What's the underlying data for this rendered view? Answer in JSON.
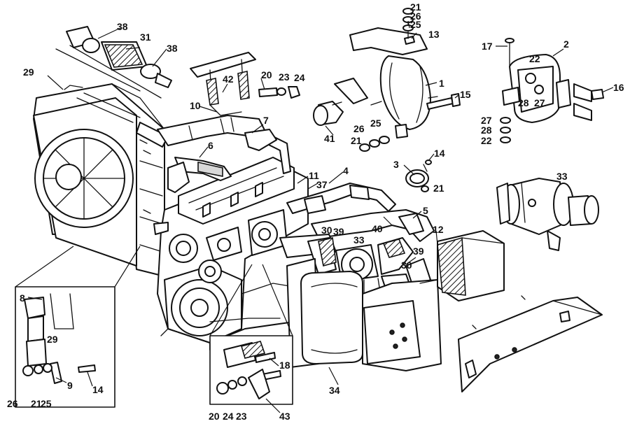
{
  "callouts": [
    {
      "id": "c1",
      "label": "1"
    },
    {
      "id": "c2",
      "label": "2"
    },
    {
      "id": "c3",
      "label": "3"
    },
    {
      "id": "c4",
      "label": "4"
    },
    {
      "id": "c5",
      "label": "5"
    },
    {
      "id": "c6",
      "label": "6"
    },
    {
      "id": "c7",
      "label": "7"
    },
    {
      "id": "c8",
      "label": "8"
    },
    {
      "id": "c9",
      "label": "9"
    },
    {
      "id": "c10",
      "label": "10"
    },
    {
      "id": "c11",
      "label": "11"
    },
    {
      "id": "c12",
      "label": "12"
    },
    {
      "id": "c13",
      "label": "13"
    },
    {
      "id": "c14a",
      "label": "14"
    },
    {
      "id": "c14b",
      "label": "14"
    },
    {
      "id": "c15",
      "label": "15"
    },
    {
      "id": "c16",
      "label": "16"
    },
    {
      "id": "c17",
      "label": "17"
    },
    {
      "id": "c18",
      "label": "18"
    },
    {
      "id": "c20a",
      "label": "20"
    },
    {
      "id": "c20b",
      "label": "20"
    },
    {
      "id": "c21a",
      "label": "21"
    },
    {
      "id": "c21b",
      "label": "21"
    },
    {
      "id": "c21c",
      "label": "21"
    },
    {
      "id": "c21d",
      "label": "21"
    },
    {
      "id": "c22a",
      "label": "22"
    },
    {
      "id": "c22b",
      "label": "22"
    },
    {
      "id": "c23a",
      "label": "23"
    },
    {
      "id": "c23b",
      "label": "23"
    },
    {
      "id": "c24a",
      "label": "24"
    },
    {
      "id": "c24b",
      "label": "24"
    },
    {
      "id": "c25a",
      "label": "25"
    },
    {
      "id": "c25b",
      "label": "25"
    },
    {
      "id": "c25c",
      "label": "25"
    },
    {
      "id": "c26a",
      "label": "26"
    },
    {
      "id": "c26b",
      "label": "26"
    },
    {
      "id": "c26c",
      "label": "26"
    },
    {
      "id": "c27a",
      "label": "27"
    },
    {
      "id": "c27b",
      "label": "27"
    },
    {
      "id": "c28a",
      "label": "28"
    },
    {
      "id": "c28b",
      "label": "28"
    },
    {
      "id": "c29a",
      "label": "29"
    },
    {
      "id": "c29b",
      "label": "29"
    },
    {
      "id": "c30a",
      "label": "30"
    },
    {
      "id": "c30b",
      "label": "30"
    },
    {
      "id": "c31",
      "label": "31"
    },
    {
      "id": "c33a",
      "label": "33"
    },
    {
      "id": "c33b",
      "label": "33"
    },
    {
      "id": "c34",
      "label": "34"
    },
    {
      "id": "c37",
      "label": "37"
    },
    {
      "id": "c38a",
      "label": "38"
    },
    {
      "id": "c38b",
      "label": "38"
    },
    {
      "id": "c39a",
      "label": "39"
    },
    {
      "id": "c39b",
      "label": "39"
    },
    {
      "id": "c40",
      "label": "40"
    },
    {
      "id": "c41",
      "label": "41"
    },
    {
      "id": "c42",
      "label": "42"
    },
    {
      "id": "c43",
      "label": "43"
    }
  ]
}
